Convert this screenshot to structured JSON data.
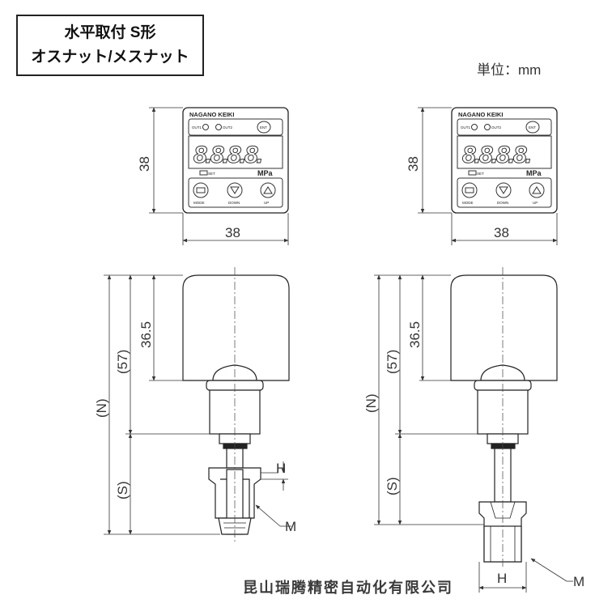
{
  "title": {
    "line1": "水平取付 S形",
    "line2": "オスナット/メスナット"
  },
  "unit": "単位：mm",
  "watermark": "昆山瑞腾精密自动化有限公司",
  "device": {
    "brand": "NAGANO KEIKI",
    "out1": "OUT1",
    "out2": "OUT2",
    "ent": "ENT",
    "digits": "8.8.8.8.",
    "set_label": "SET",
    "unit_label": "MPa",
    "btn_mode": "MODE",
    "btn_down": "DOWN",
    "btn_up": "UP"
  },
  "dimensions": {
    "height_38": "38",
    "width_38": "38",
    "dim_365": "36.5",
    "dim_57": "(57)",
    "dim_N": "(N)",
    "dim_S": "(S)",
    "label_H": "H",
    "label_M": "M"
  }
}
